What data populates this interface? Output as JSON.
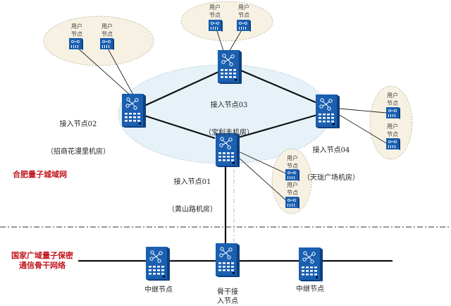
{
  "colors": {
    "device_blue": "#1a5fb0",
    "device_dark": "#0e3f7f",
    "city_ring_fill": "#e6f2f8",
    "user_cluster_fill": "#f6f1e2",
    "link": "#111111",
    "region_label": "#c0141c"
  },
  "regions": {
    "metro": "合肥量子城域网",
    "backbone": "国家广域量子保密\n通信骨干网络"
  },
  "access_nodes": [
    {
      "id": "n01",
      "name": "接入节点01",
      "site": "（黄山路机房）"
    },
    {
      "id": "n02",
      "name": "接入节点02",
      "site": "（招商花漫里机房）"
    },
    {
      "id": "n03",
      "name": "接入节点03",
      "site": "（宝利丰机房）"
    },
    {
      "id": "n04",
      "name": "接入节点04",
      "site": "（天珑广场机房）"
    }
  ],
  "user_node_label": "用户\n节点",
  "backbone_nodes": [
    {
      "id": "relay-left",
      "label": "中继节点"
    },
    {
      "id": "backbone-access",
      "label": "骨干接\n入节点"
    },
    {
      "id": "relay-right",
      "label": "中继节点"
    }
  ],
  "links": [
    [
      "n02",
      "n03"
    ],
    [
      "n03",
      "n04"
    ],
    [
      "n04",
      "n01"
    ],
    [
      "n01",
      "n02"
    ],
    [
      "n01",
      "backbone-access"
    ],
    [
      "relay-left",
      "backbone-access"
    ],
    [
      "backbone-access",
      "relay-right"
    ]
  ]
}
